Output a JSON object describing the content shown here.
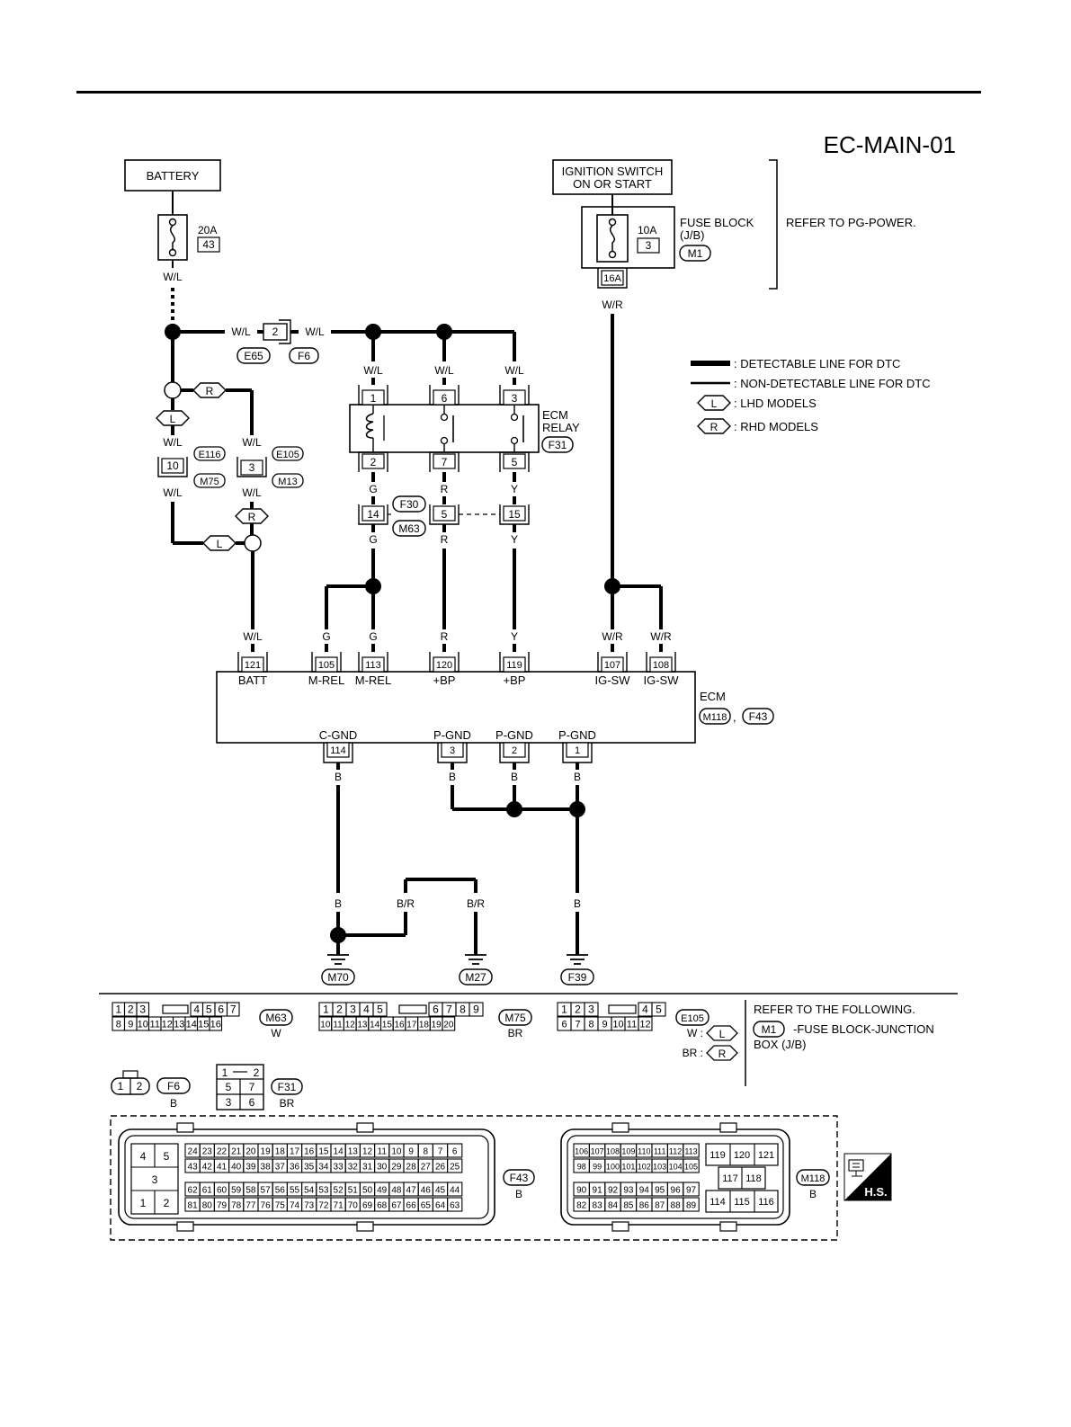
{
  "title": "EC-MAIN-01",
  "blocks": {
    "battery": "BATTERY",
    "ign_line1": "IGNITION SWITCH",
    "ign_line2": "ON OR START",
    "fuse_block": "FUSE BLOCK",
    "fuse_block_jb": "(J/B)",
    "refer_pg": "REFER TO PG-POWER.",
    "ecm_relay_1": "ECM",
    "ecm_relay_2": "RELAY",
    "ecm": "ECM",
    "ecm_comma": ","
  },
  "fuses": {
    "f1_amp": "20A",
    "f1_num": "43",
    "f2_amp": "10A",
    "f2_num": "3",
    "term_16a": "16A"
  },
  "connectors": {
    "e65": "E65",
    "f6": "F6",
    "e116": "E116",
    "m75": "M75",
    "e105": "E105",
    "m13": "M13",
    "f31": "F31",
    "f30": "F30",
    "m63": "M63",
    "m1": "M1",
    "m118": "M118",
    "f43": "F43",
    "m70": "M70",
    "m27": "M27",
    "f39": "F39"
  },
  "pins": {
    "p2": "2",
    "p10": "10",
    "p3": "3",
    "r1": "1",
    "r6": "6",
    "r3": "3",
    "r2": "2",
    "r7": "7",
    "r5": "5",
    "j14": "14",
    "j5": "5",
    "j15": "15",
    "e121": "121",
    "e105": "105",
    "e113": "113",
    "e120": "120",
    "e119": "119",
    "e107": "107",
    "e108": "108",
    "g114": "114",
    "g3": "3",
    "g2": "2",
    "g1": "1"
  },
  "ecm_terms": {
    "batt": "BATT",
    "mrel1": "M-REL",
    "mrel2": "M-REL",
    "bp1": "+BP",
    "bp2": "+BP",
    "igsw1": "IG-SW",
    "igsw2": "IG-SW",
    "cgnd": "C-GND",
    "pgnd1": "P-GND",
    "pgnd2": "P-GND",
    "pgnd3": "P-GND"
  },
  "wires": {
    "wl": "W/L",
    "wr": "W/R",
    "g": "G",
    "r": "R",
    "y": "Y",
    "b": "B",
    "br": "B/R"
  },
  "legend": {
    "detect": ": DETECTABLE LINE FOR DTC",
    "nondetect": ": NON-DETECTABLE LINE FOR DTC",
    "lhd": ": LHD MODELS",
    "rhd": ": RHD MODELS",
    "l": "L",
    "r": "R"
  },
  "connector_views": {
    "m63_color": "W",
    "m75_color": "BR",
    "e105_w": "W :",
    "e105_br": "BR :",
    "f6_color": "B",
    "f31_color": "BR",
    "f43_color": "B",
    "m118_color": "B",
    "refer_line1": "REFER TO THE FOLLOWING.",
    "refer_line2": "-FUSE BLOCK-JUNCTION",
    "refer_line3": "BOX (J/B)",
    "hs": "H.S."
  }
}
